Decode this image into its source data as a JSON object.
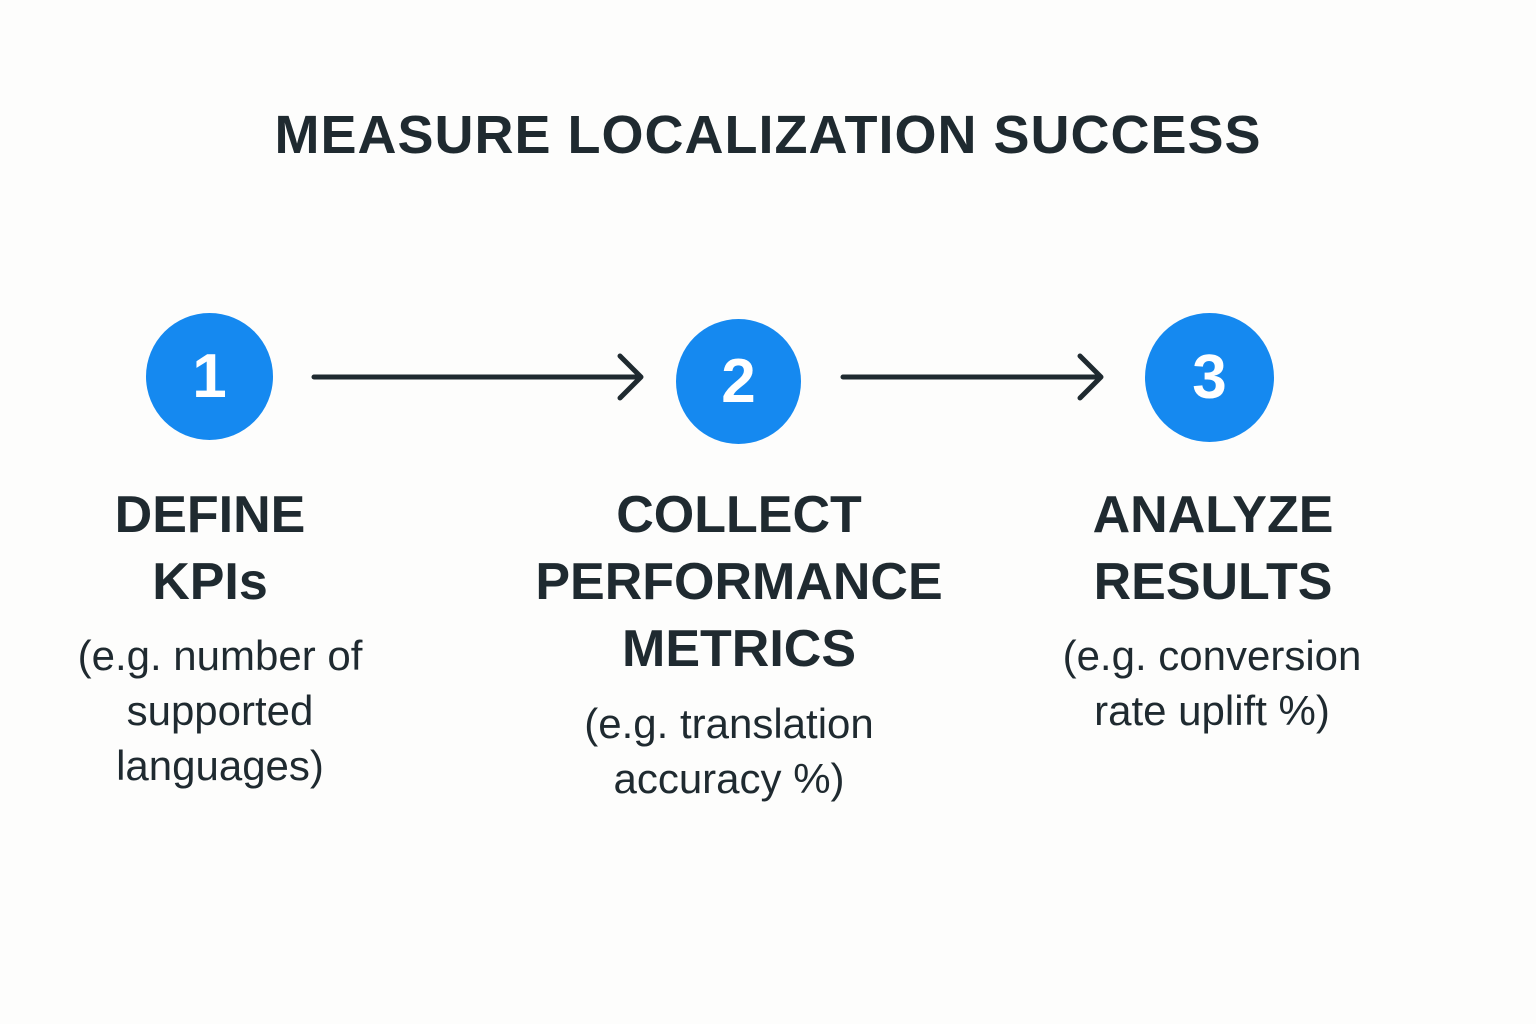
{
  "title": "MEASURE LOCALIZATION SUCCESS",
  "colors": {
    "accent": "#1589f0",
    "text": "#1f2a30",
    "background": "#fdfdfc"
  },
  "steps": [
    {
      "number": "1",
      "label": "DEFINE\nKPIs",
      "description": "(e.g. number of\nsupported\nlanguages)"
    },
    {
      "number": "2",
      "label": "COLLECT\nPERFORMANCE\nMETRICS",
      "description": "(e.g. translation\naccuracy %)"
    },
    {
      "number": "3",
      "label": "ANALYZE\nRESULTS",
      "description": "(e.g. conversion\nrate uplift %)"
    }
  ],
  "connectors": [
    {
      "from": "1",
      "to": "2",
      "icon": "arrow-right-icon"
    },
    {
      "from": "2",
      "to": "3",
      "icon": "arrow-right-icon"
    }
  ]
}
